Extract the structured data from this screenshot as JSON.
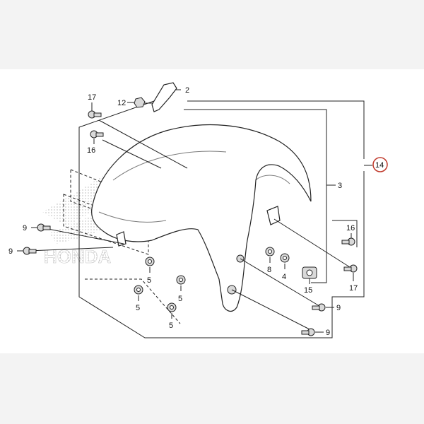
{
  "diagram": {
    "callouts": {
      "c2": "2",
      "c3": "3",
      "c4": "4",
      "c5a": "5",
      "c5b": "5",
      "c5c": "5",
      "c5d": "5",
      "c8": "8",
      "c9a": "9",
      "c9b": "9",
      "c9c": "9",
      "c9d": "9",
      "c12": "12",
      "c14": "14",
      "c15": "15",
      "c16a": "16",
      "c16b": "16",
      "c17a": "17",
      "c17b": "17"
    },
    "watermark": "HONDA",
    "highlight_color": "#c0392b",
    "icons": [
      "bolt-icon",
      "nut-icon",
      "grommet-icon",
      "bracket-icon",
      "fender-part"
    ]
  }
}
